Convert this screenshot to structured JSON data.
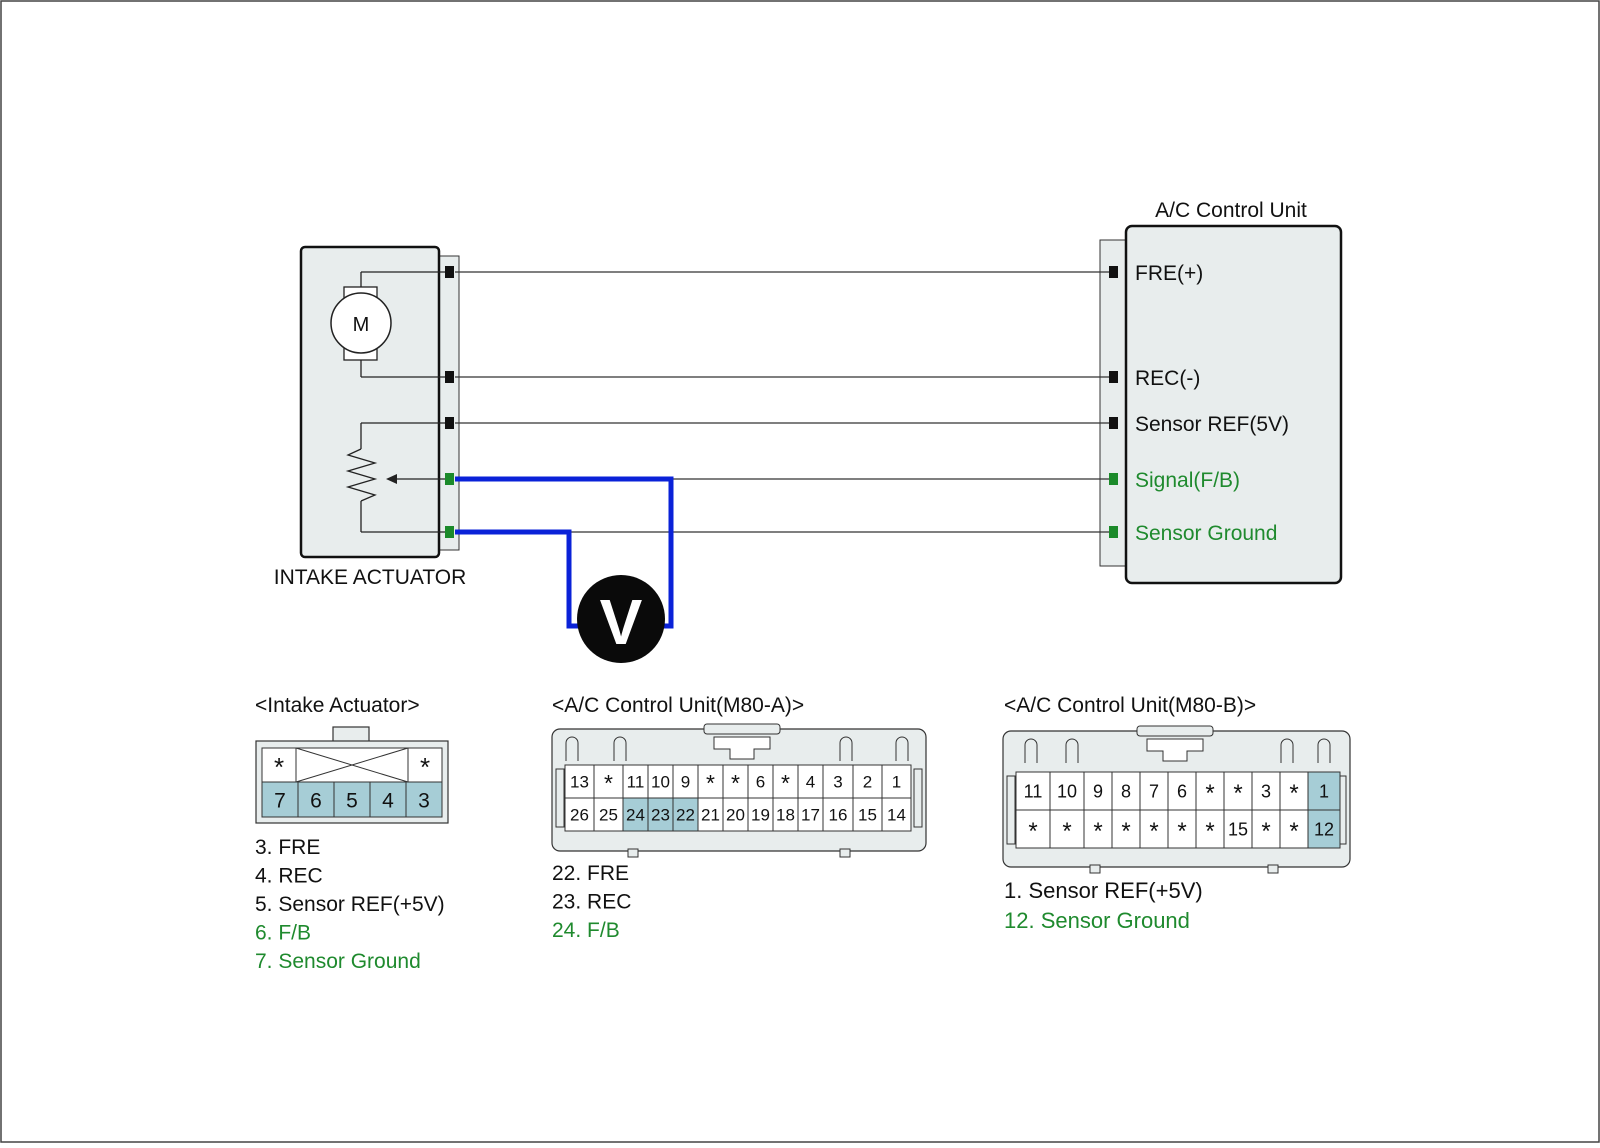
{
  "colors": {
    "body_fill": "#e8eded",
    "pin_highlight": "#a6cdd6",
    "green_text": "#1f8a2e",
    "green_pin": "#1b8a2a",
    "probe_wire": "#0a22d8",
    "line": "#1a1a1a"
  },
  "actuator": {
    "title": "INTAKE ACTUATOR",
    "motor_label": "M"
  },
  "ac_unit": {
    "title": "A/C Control Unit",
    "pins": [
      {
        "label": "FRE(+)",
        "green": false
      },
      {
        "label": "REC(-)",
        "green": false
      },
      {
        "label": "Sensor REF(5V)",
        "green": false
      },
      {
        "label": "Signal(F/B)",
        "green": true
      },
      {
        "label": "Sensor Ground",
        "green": true
      }
    ]
  },
  "voltmeter": {
    "label": "V"
  },
  "connectors": {
    "intake": {
      "title": "<Intake Actuator>",
      "top_row": [
        "*",
        "*"
      ],
      "bottom_row": [
        "7",
        "6",
        "5",
        "4",
        "3"
      ],
      "legend": [
        {
          "text": "3. FRE",
          "green": false
        },
        {
          "text": "4. REC",
          "green": false
        },
        {
          "text": "5. Sensor REF(+5V)",
          "green": false
        },
        {
          "text": "6. F/B",
          "green": true
        },
        {
          "text": "7. Sensor Ground",
          "green": true
        }
      ]
    },
    "m80a": {
      "title": "<A/C Control Unit(M80-A)>",
      "top_row": [
        "13",
        "*",
        "11",
        "10",
        "9",
        "*",
        "*",
        "6",
        "*",
        "4",
        "3",
        "2",
        "1"
      ],
      "bottom_row": [
        "26",
        "25",
        "24",
        "23",
        "22",
        "21",
        "20",
        "19",
        "18",
        "17",
        "16",
        "15",
        "14"
      ],
      "highlight": [
        "24",
        "23",
        "22"
      ],
      "legend": [
        {
          "text": "22. FRE",
          "green": false
        },
        {
          "text": "23. REC",
          "green": false
        },
        {
          "text": "24. F/B",
          "green": true
        }
      ]
    },
    "m80b": {
      "title": "<A/C Control Unit(M80-B)>",
      "top_row": [
        "11",
        "10",
        "9",
        "8",
        "7",
        "6",
        "*",
        "*",
        "3",
        "*",
        "1"
      ],
      "bottom_row": [
        "*",
        "*",
        "*",
        "*",
        "*",
        "*",
        "*",
        "15",
        "*",
        "*",
        "12"
      ],
      "highlight": [
        "1",
        "12"
      ],
      "legend": [
        {
          "text": "1. Sensor REF(+5V)",
          "green": false
        },
        {
          "text": "12. Sensor Ground",
          "green": true
        }
      ]
    }
  }
}
